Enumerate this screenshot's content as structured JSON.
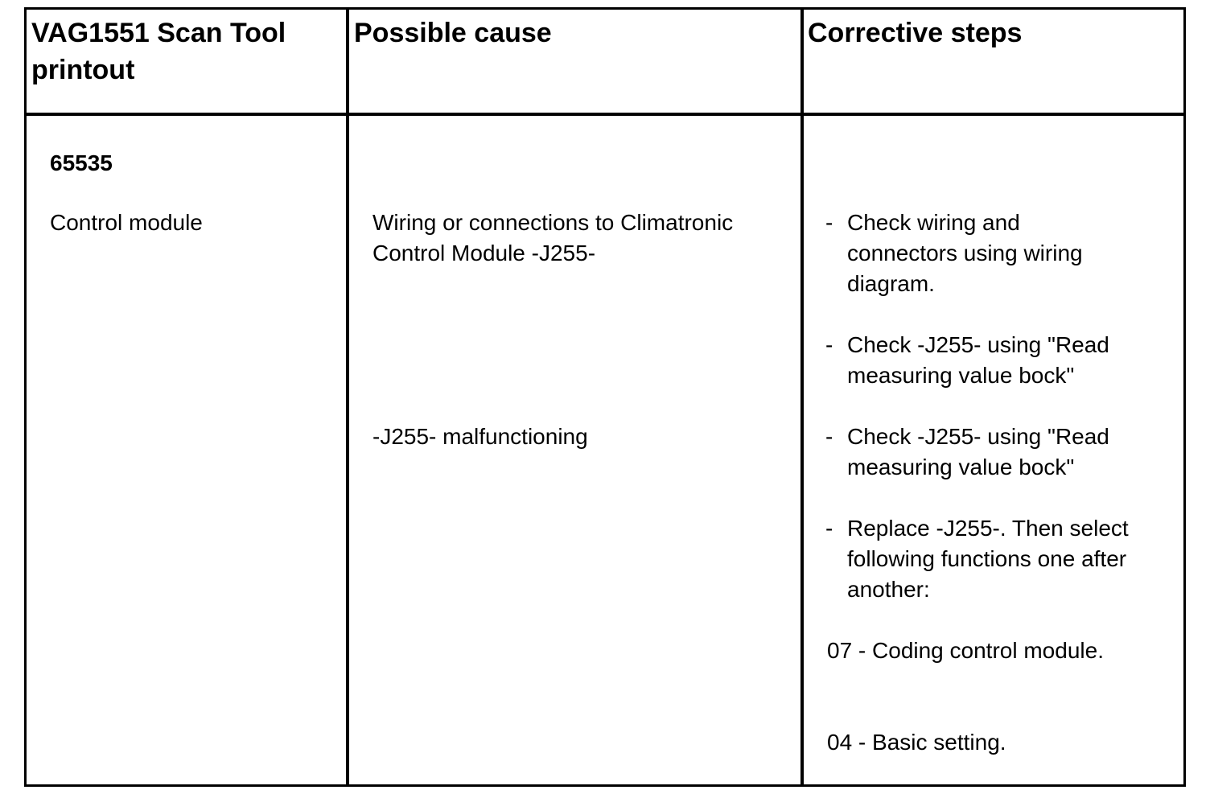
{
  "headers": {
    "printout": "VAG1551 Scan Tool printout",
    "cause": "Possible cause",
    "steps": "Corrective steps"
  },
  "printout": {
    "code": "65535",
    "label": "Control module"
  },
  "causes": [
    "Wiring or connections to Climatronic\nControl Module -J255-",
    "-J255- malfunctioning"
  ],
  "steps": [
    {
      "dash": "-",
      "text": "Check wiring and\nconnectors using wiring\ndiagram."
    },
    {
      "dash": "-",
      "text": "Check -J255- using \"Read\nmeasuring value bock\""
    },
    {
      "dash": "-",
      "text": "Check -J255- using \"Read\nmeasuring value bock\""
    },
    {
      "dash": "-",
      "text": "Replace -J255-. Then select\nfollowing functions one after\nanother:"
    }
  ],
  "functions": [
    "07 - Coding control module.",
    "04 - Basic setting."
  ]
}
